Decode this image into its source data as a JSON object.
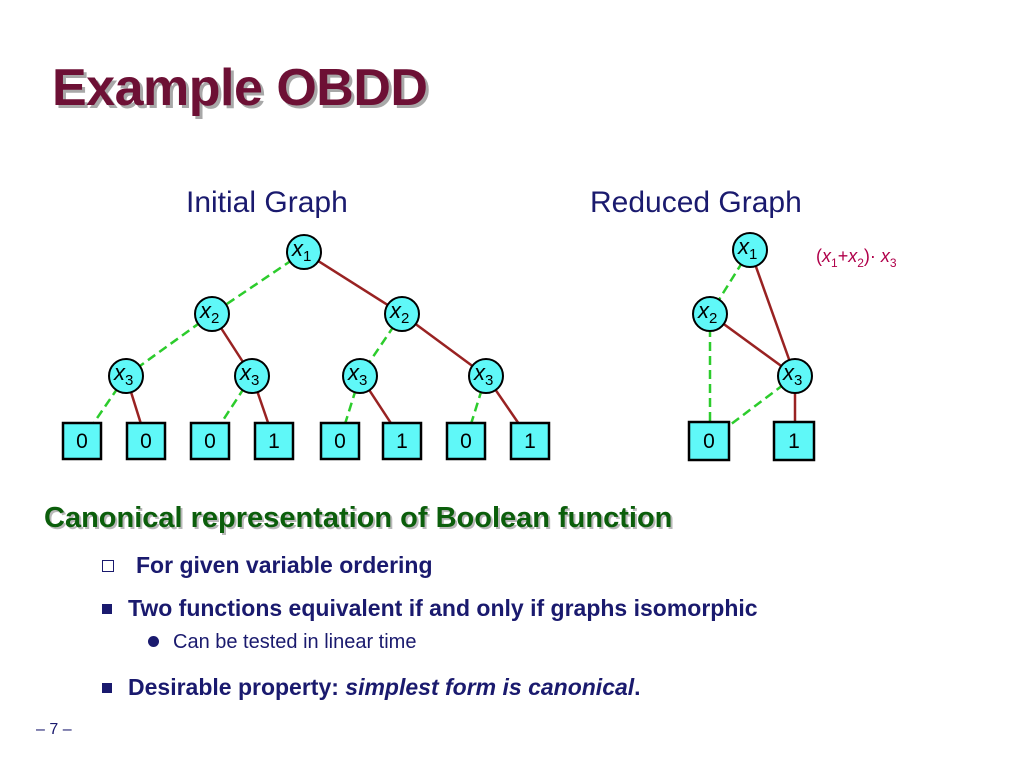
{
  "slide": {
    "title": "Example OBDD",
    "page_number": "– 7 –"
  },
  "initial_graph": {
    "heading": "Initial Graph",
    "nodes": [
      {
        "var": "x",
        "sub": "1"
      },
      {
        "var": "x",
        "sub": "2"
      },
      {
        "var": "x",
        "sub": "2"
      },
      {
        "var": "x",
        "sub": "3"
      },
      {
        "var": "x",
        "sub": "3"
      },
      {
        "var": "x",
        "sub": "3"
      },
      {
        "var": "x",
        "sub": "3"
      }
    ],
    "leaves": [
      "0",
      "0",
      "0",
      "1",
      "0",
      "1",
      "0",
      "1"
    ]
  },
  "reduced_graph": {
    "heading": "Reduced Graph",
    "nodes": [
      {
        "var": "x",
        "sub": "1"
      },
      {
        "var": "x",
        "sub": "2"
      },
      {
        "var": "x",
        "sub": "3"
      }
    ],
    "leaves": [
      "0",
      "1"
    ],
    "formula": {
      "open": "(",
      "x": "x",
      "sub1": "1",
      "plus": "+",
      "sub2": "2",
      "close": ")· ",
      "sub3": "3"
    }
  },
  "edge_colors": {
    "low_dashed": "#2ccc2c",
    "high_solid": "#992222"
  },
  "node_fill": "#5ff8f8",
  "content": {
    "heading": "Canonical representation of Boolean function",
    "bullets": [
      {
        "marker": "hollow-square",
        "text": "For given variable ordering"
      },
      {
        "marker": "filled-square",
        "text": "Two functions equivalent if and only if graphs isomorphic"
      },
      {
        "marker": "filled-square",
        "text_plain": "Desirable property: ",
        "text_italic": "simplest form is canonical",
        "text_end": "."
      }
    ],
    "sub_bullets": [
      {
        "marker": "dot",
        "text": "Can be tested in linear time"
      }
    ]
  }
}
